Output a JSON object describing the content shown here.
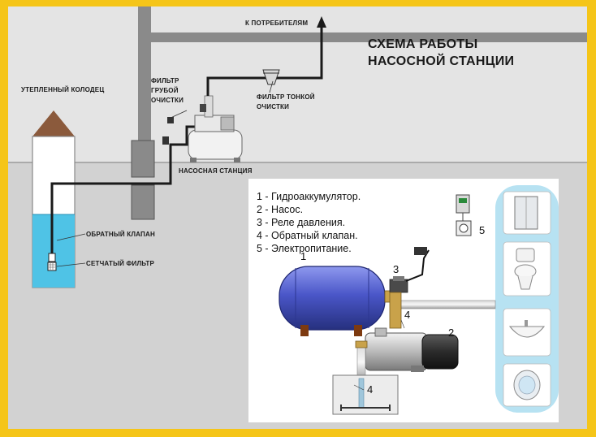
{
  "title": [
    "СХЕМА РАБОТЫ",
    "НАСОСНОЙ СТАНЦИИ"
  ],
  "labels": {
    "to_consumers": "К ПОТРЕБИТЕЛЯМ",
    "insulated_well": "УТЕПЛЕННЫЙ КОЛОДЕЦ",
    "coarse_filter": [
      "ФИЛЬТР",
      "ГРУБОЙ",
      "ОЧИСТКИ"
    ],
    "fine_filter": [
      "ФИЛЬТР ТОНКОЙ",
      "ОЧИСТКИ"
    ],
    "pump_station": "НАСОСНАЯ СТАНЦИЯ",
    "check_valve": "ОБРАТНЫЙ КЛАПАН",
    "mesh_filter": "СЕТЧАТЫЙ ФИЛЬТР"
  },
  "legend": [
    "1 - Гидроаккумулятор.",
    "2 - Насос.",
    "3 - Реле давления.",
    "4 - Обратный клапан.",
    "5 - Электропитание."
  ],
  "callouts": {
    "n1": "1",
    "n2": "2",
    "n3": "3",
    "n4a": "4",
    "n4b": "4",
    "n5": "5"
  },
  "consumers": [
    "shower-cabin-icon",
    "toilet-icon",
    "sink-icon",
    "water-heater-icon"
  ],
  "colors": {
    "frame": "#f5c518",
    "wall": "#d8d8d8",
    "ground": "#d2d2d2",
    "water": "#4fc3e6",
    "pipe": "#1a1a1a",
    "tank": "#4a56c8",
    "consumer_panel": "#b7e2f2"
  }
}
